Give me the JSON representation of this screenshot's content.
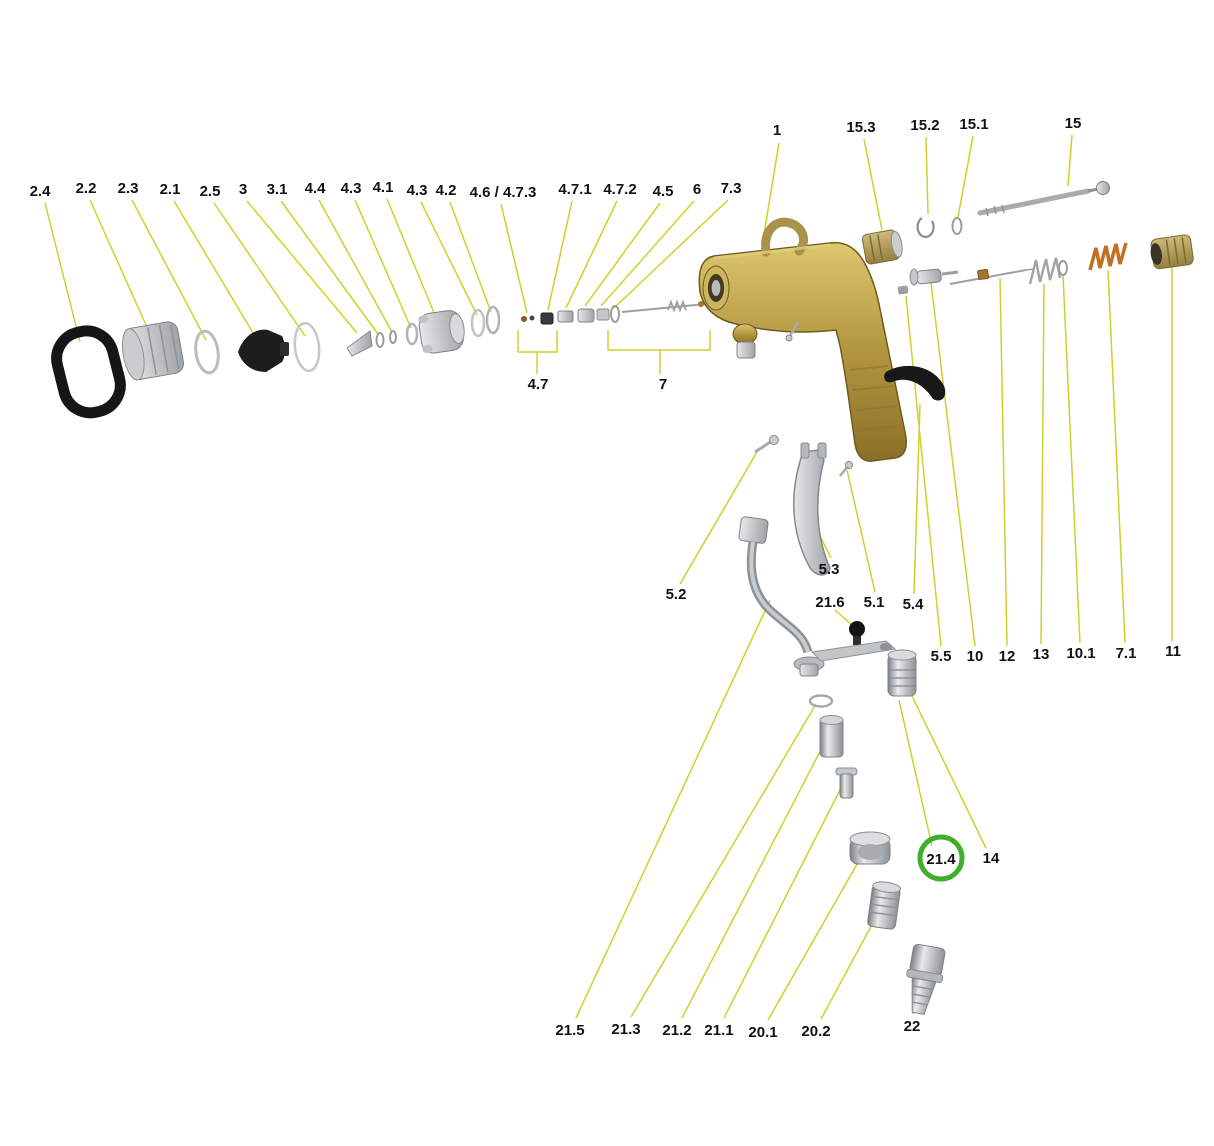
{
  "page": {
    "background_color": "#ffffff"
  },
  "diagram": {
    "type": "exploded-parts-diagram",
    "leader_color": "#cdd22b",
    "label_color": "#111111",
    "highlight_color": "#3fae2a",
    "body_color": "#b3953f",
    "labels": [
      "2.4",
      "2.2",
      "2.3",
      "2.1",
      "2.5",
      "3",
      "3.1",
      "4.4",
      "4.3",
      "4.1",
      "4.3",
      "4.2",
      "4.6 / 4.7.3",
      "4.7.1",
      "4.7.2",
      "4.5",
      "6",
      "7.3",
      "1",
      "15.3",
      "15.2",
      "15.1",
      "15",
      "4.7",
      "7",
      "5.2",
      "5.3",
      "21.6",
      "5.1",
      "5.4",
      "5.5",
      "10",
      "12",
      "13",
      "10.1",
      "7.1",
      "11",
      "21.4",
      "14",
      "21.5",
      "21.3",
      "21.2",
      "21.1",
      "20.1",
      "20.2",
      "22"
    ]
  }
}
